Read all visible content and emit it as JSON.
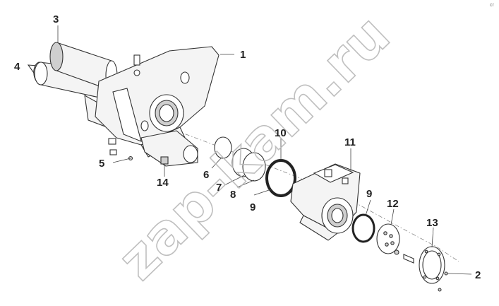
{
  "diagram": {
    "corner_mark": "cr",
    "watermark": "zap-kam.ru",
    "callouts": [
      "1",
      "2",
      "3",
      "4",
      "5",
      "6",
      "7",
      "8",
      "9",
      "9",
      "10",
      "11",
      "12",
      "13",
      "14"
    ],
    "colors": {
      "line": "#333333",
      "watermark": "#b9b9b9",
      "background": "#ffffff"
    }
  }
}
